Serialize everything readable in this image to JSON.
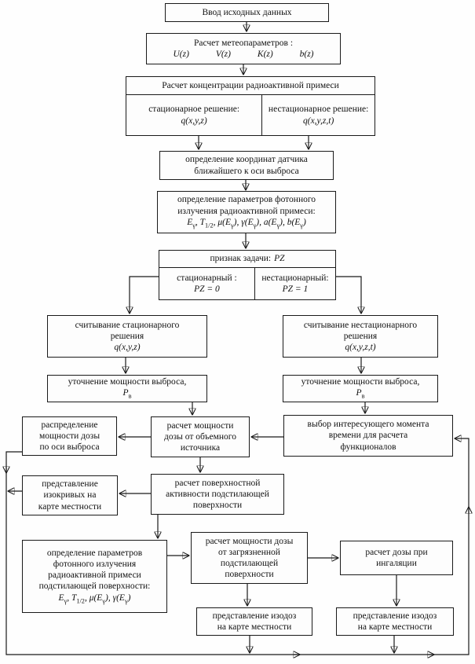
{
  "nodes": {
    "input_data": {
      "label": "Ввод исходных данных"
    },
    "meteo": {
      "title": "Расчет метеопараметров :",
      "formulas": [
        "U(z)",
        "V(z)",
        "K(z)",
        "b(z)"
      ]
    },
    "concentration": {
      "title": "Расчет концентрации радиоактивной примеси",
      "left": {
        "label": "стационарное решение:",
        "formula": "q(x,y,z)"
      },
      "right": {
        "label": "нестационарное решение:",
        "formula": "q(x,y,z,t)"
      }
    },
    "sensor": {
      "lines": [
        "определение координат датчика",
        "ближайшего к оси выброса"
      ]
    },
    "photon": {
      "lines": [
        "определение параметров фотонного",
        "излучения радиоактивной примеси:"
      ],
      "formula": "E_{γ}, T_{1/2}, μ(E_{γ}), γ(E_{γ}), a(E_{γ}), b(E_{γ})"
    },
    "task_flag": {
      "title_label": "признак задачи:",
      "title_var": "PZ",
      "left": {
        "label": "стационарный :",
        "formula": "PZ = 0"
      },
      "right": {
        "label": "нестационарный:",
        "formula": "PZ = 1"
      }
    },
    "read_stationary": {
      "lines": [
        "считывание стационарного",
        "решения"
      ],
      "formula": "q(x,y,z)"
    },
    "read_nonstationary": {
      "lines": [
        "считывание нестационарного",
        "решения"
      ],
      "formula": "q(x,y,z,t)"
    },
    "refine_left": {
      "line": "уточнение мощности выброса,",
      "formula": "P_{в}"
    },
    "refine_right": {
      "line": "уточнение мощности выброса,",
      "formula": "P_{в}"
    },
    "dose_axis": {
      "lines": [
        "распределение",
        "мощности дозы",
        "по оси выброса"
      ]
    },
    "dose_volume": {
      "lines": [
        "расчет мощности",
        "дозы от объемного",
        "источника"
      ]
    },
    "time_select": {
      "lines": [
        "выбор интересующего момента",
        "времени для расчета",
        "функционалов"
      ]
    },
    "isolines_map": {
      "lines": [
        "представление",
        "изокривых на",
        "карте местности"
      ]
    },
    "surface_activity": {
      "lines": [
        "расчет поверхностной",
        "активности подстилающей",
        "поверхности"
      ]
    },
    "photon_surface": {
      "lines": [
        "определение параметров",
        "фотонного излучения",
        "радиоактивной примеси",
        "подстилающей поверхности:"
      ],
      "formula": "E_{γ}, T_{1/2}, μ(E_{γ}), γ(E_{γ})"
    },
    "dose_surface": {
      "lines": [
        "расчет мощности дозы",
        "от загрязненной",
        "подстилающей",
        "поверхности"
      ]
    },
    "dose_inhalation": {
      "lines": [
        "расчет дозы при",
        "ингаляции"
      ]
    },
    "isodose_left": {
      "lines": [
        "представление изодоз",
        "на карте местности"
      ]
    },
    "isodose_right": {
      "lines": [
        "представление изодоз",
        "на карте местности"
      ]
    }
  },
  "colors": {
    "line": "#1a1a1a",
    "background": "#fefefe"
  }
}
